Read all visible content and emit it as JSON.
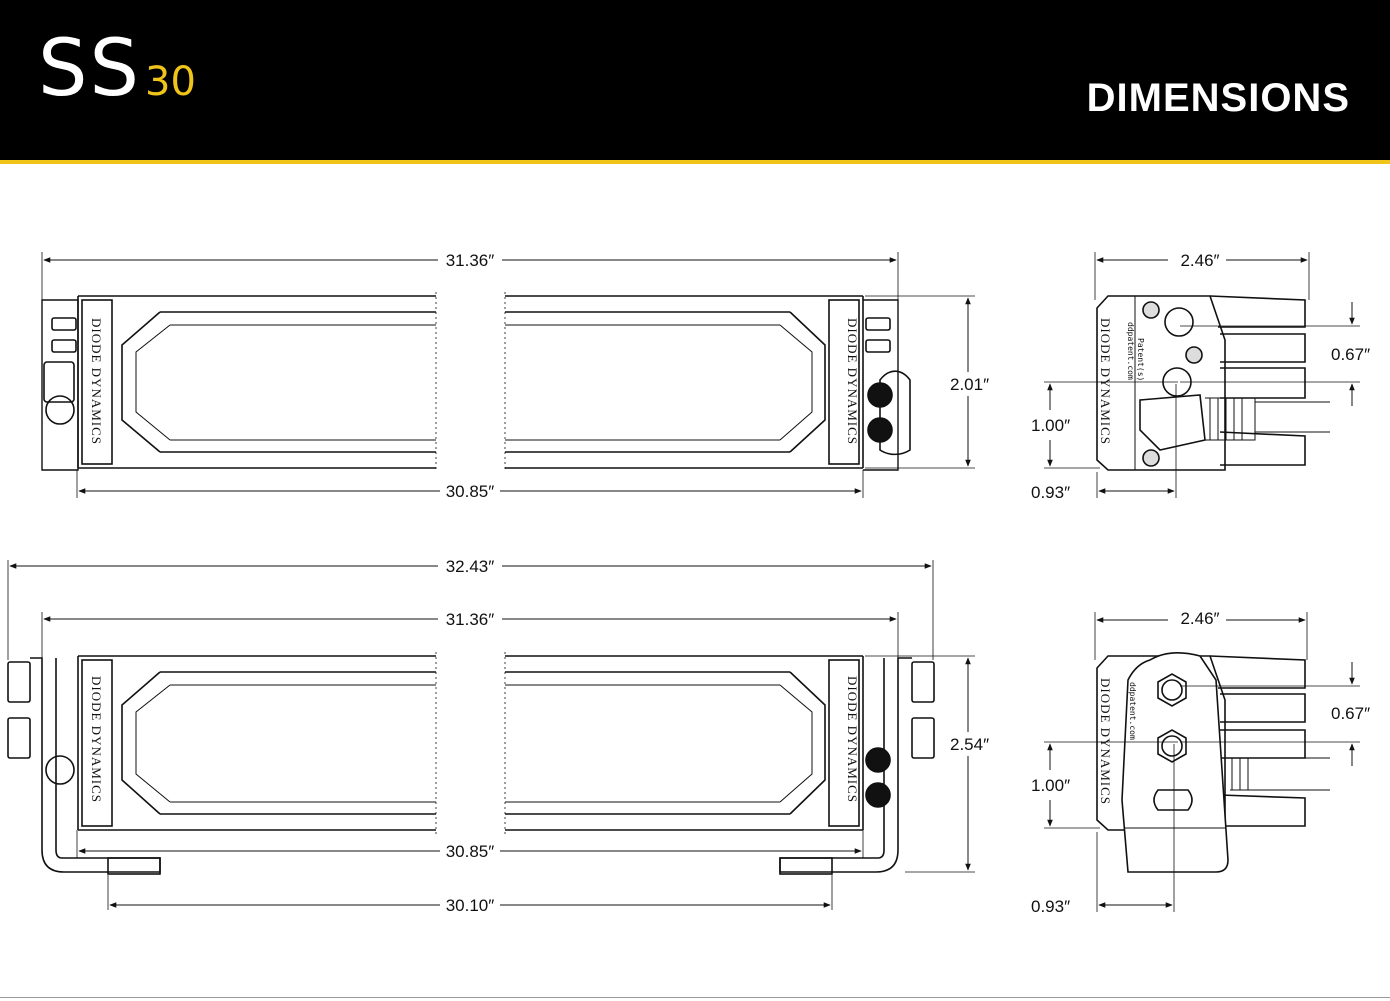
{
  "header": {
    "logo_main": "SS",
    "logo_sub": "30",
    "title": "DIMENSIONS"
  },
  "colors": {
    "accent": "#f0c419",
    "header_bg": "#000000"
  },
  "brand_text": "DIODE DYNAMICS",
  "side_text": {
    "patent": "Patent(s)",
    "site": "ddpatent.com"
  },
  "top_view": {
    "overall_width": "31.36″",
    "body_width": "30.85″",
    "height": "2.01″"
  },
  "top_side": {
    "depth": "2.46″",
    "upper_offset": "0.67″",
    "lower_offset": "1.00″",
    "mount_depth": "0.93″"
  },
  "bottom_view": {
    "bracket_width": "32.43″",
    "overall_width": "31.36″",
    "body_width": "30.85″",
    "foot_spacing": "30.10″",
    "height": "2.54″"
  },
  "bottom_side": {
    "depth": "2.46″",
    "upper_offset": "0.67″",
    "lower_offset": "1.00″",
    "mount_depth": "0.93″"
  }
}
